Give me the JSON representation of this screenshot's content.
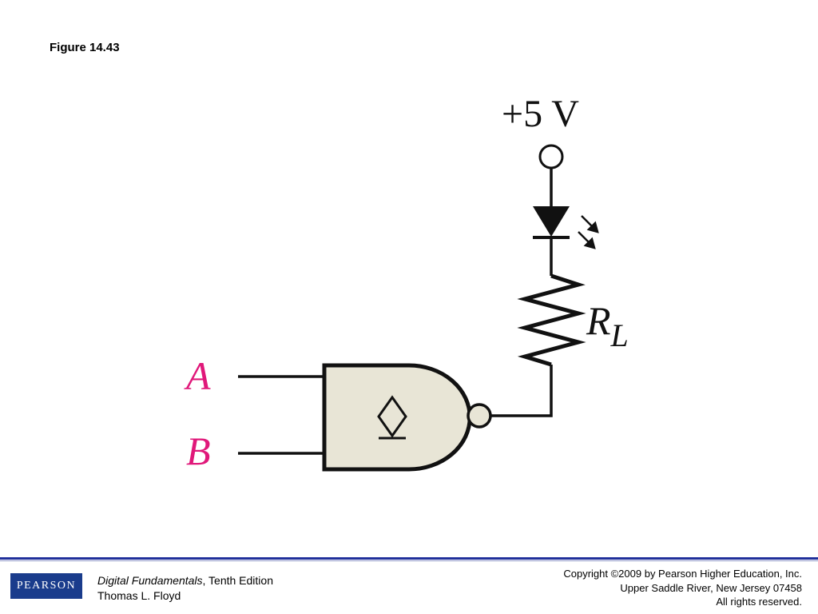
{
  "figure_label": "Figure 14.43",
  "diagram": {
    "supply_label": "+5 V",
    "resistor_label": {
      "main": "R",
      "subscript": "L"
    },
    "input_labels": [
      "A",
      "B"
    ],
    "gate_type": "NAND",
    "gate_symbol": "open-collector",
    "colors": {
      "gate_fill": "#e8e5d6",
      "input_label": "#e0187a",
      "line": "#111111"
    }
  },
  "footer": {
    "logo_text": "PEARSON",
    "book_title": "Digital Fundamentals",
    "edition": ", Tenth Edition",
    "author": "Thomas L. Floyd",
    "copyright_lines": [
      "Copyright ©2009 by Pearson Higher Education, Inc.",
      "Upper Saddle River, New Jersey 07458",
      "All rights reserved."
    ],
    "colors": {
      "rule": "#1f2f9a",
      "logo_bg": "#1a3c8c"
    }
  }
}
